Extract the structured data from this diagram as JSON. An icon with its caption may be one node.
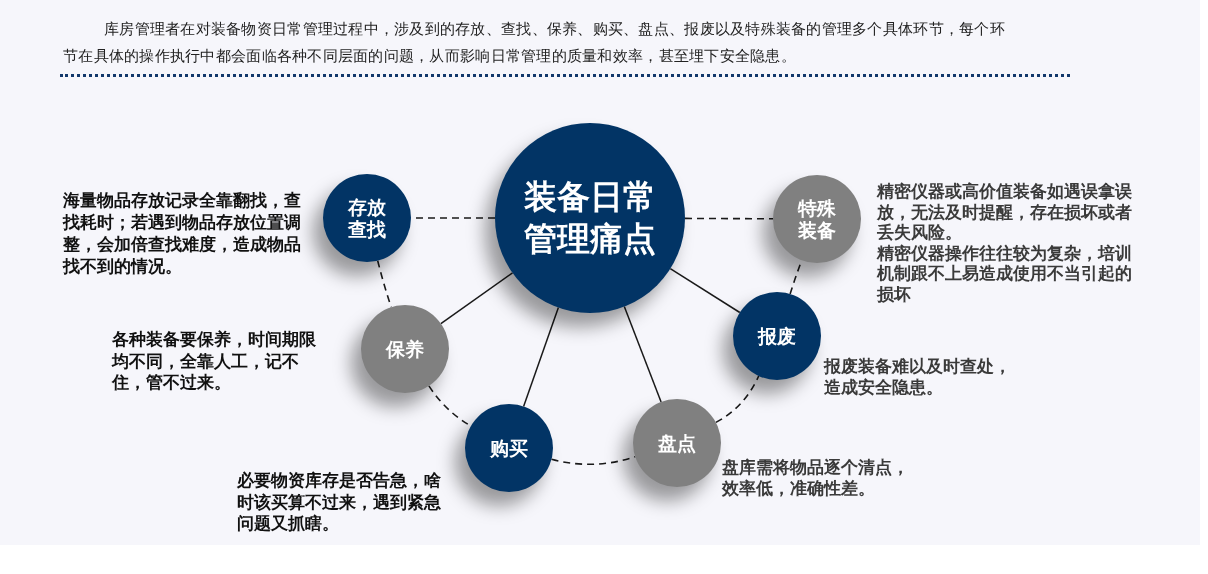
{
  "diagram": {
    "nodes": [
      {
        "text": [
          "装备日常管理痛点"
        ]
      },
      {
        "text": [
          "存放查找"
        ],
        "beside": [
          "海量物品存放记录全靠翻找，查找耗时；若遇到物品存放位置调整，会加倍查找难度，造成物品找不到的情况。"
        ]
      },
      {
        "text": [
          "特殊装备"
        ],
        "beside": [
          "精密仪器或高价值装备如遇误拿误放，无法及时提醒，存在损坏或者丢失风险。",
          "精密仪器操作往往较为复杂，培训机制跟不上易造成使用不当引起的损坏"
        ]
      },
      {
        "text": [
          "保养"
        ],
        "beside": [
          "各种装备要保养，时间期限均不同，全靠人工，记不住，管不过来。"
        ]
      },
      {
        "text": [
          "报废"
        ],
        "beside": [
          "报废装备难以及时查处，造成安全隐患。"
        ]
      },
      {
        "text": [
          "购买"
        ],
        "beside": [
          "必要物资库存是否告急，啥时该买算不过来，遇到紧急问题又抓瞎。"
        ]
      },
      {
        "text": [
          "盘点"
        ],
        "beside": [
          "盘库需将物品逐个清点，效率低，准确性差。"
        ]
      }
    ],
    "edges": [
      {
        "from": 0,
        "to": 1,
        "arrow": "none",
        "style": "dashed"
      },
      {
        "from": 0,
        "to": 2,
        "arrow": "none",
        "style": "dashed"
      },
      {
        "from": 0,
        "to": 3,
        "arrow": "none"
      },
      {
        "from": 0,
        "to": 5,
        "arrow": "none"
      },
      {
        "from": 0,
        "to": 6,
        "arrow": "none"
      },
      {
        "from": 0,
        "to": 4,
        "arrow": "none"
      },
      {
        "from": 1,
        "to": 3,
        "arrow": "none",
        "style": "dashed"
      },
      {
        "from": 3,
        "to": 5,
        "arrow": "none",
        "style": "dashed"
      },
      {
        "from": 5,
        "to": 6,
        "arrow": "none",
        "style": "dashed"
      },
      {
        "from": 6,
        "to": 4,
        "arrow": "none",
        "style": "dashed"
      },
      {
        "from": 4,
        "to": 2,
        "arrow": "none",
        "style": "dashed"
      }
    ],
    "labels": [
      "库房管理者在对装备物资日常管理过程中，涉及到的存放、查找、保养、购买、盘点、报废以及特殊装备的管理多个具体环节，每个环节在具体的操作执行中都会面临各种不同层面的问题，从而影响日常管理的质量和效率，甚至埋下安全隐患。"
    ]
  }
}
